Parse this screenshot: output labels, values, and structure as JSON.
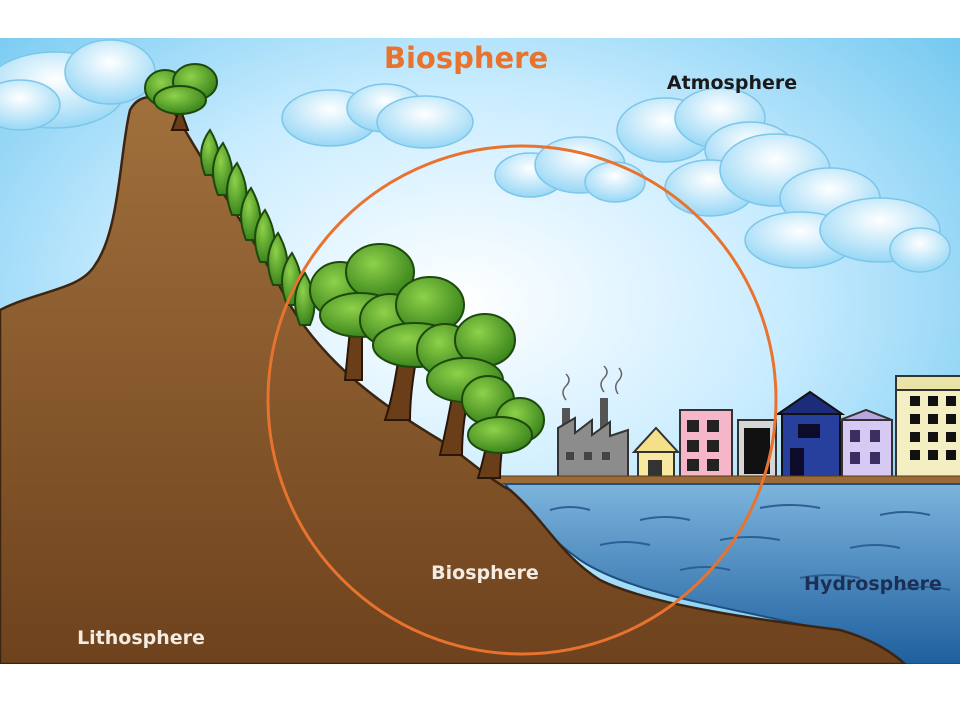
{
  "labels": {
    "title": "Biosphere",
    "atmosphere": "Atmosphere",
    "biosphere": "Biosphere",
    "hydrosphere": "Hydrosphere",
    "lithosphere": "Lithosphere"
  },
  "colors": {
    "title": "#e8732e",
    "circle": "#e8732e",
    "atmosphere_text": "#1a1a1a",
    "hydrosphere_text": "#1c2f55",
    "ground_text": "#f4ece2",
    "ground": "#8b5a2b",
    "water": "#3d86c4",
    "sky": "#c9ecff"
  }
}
